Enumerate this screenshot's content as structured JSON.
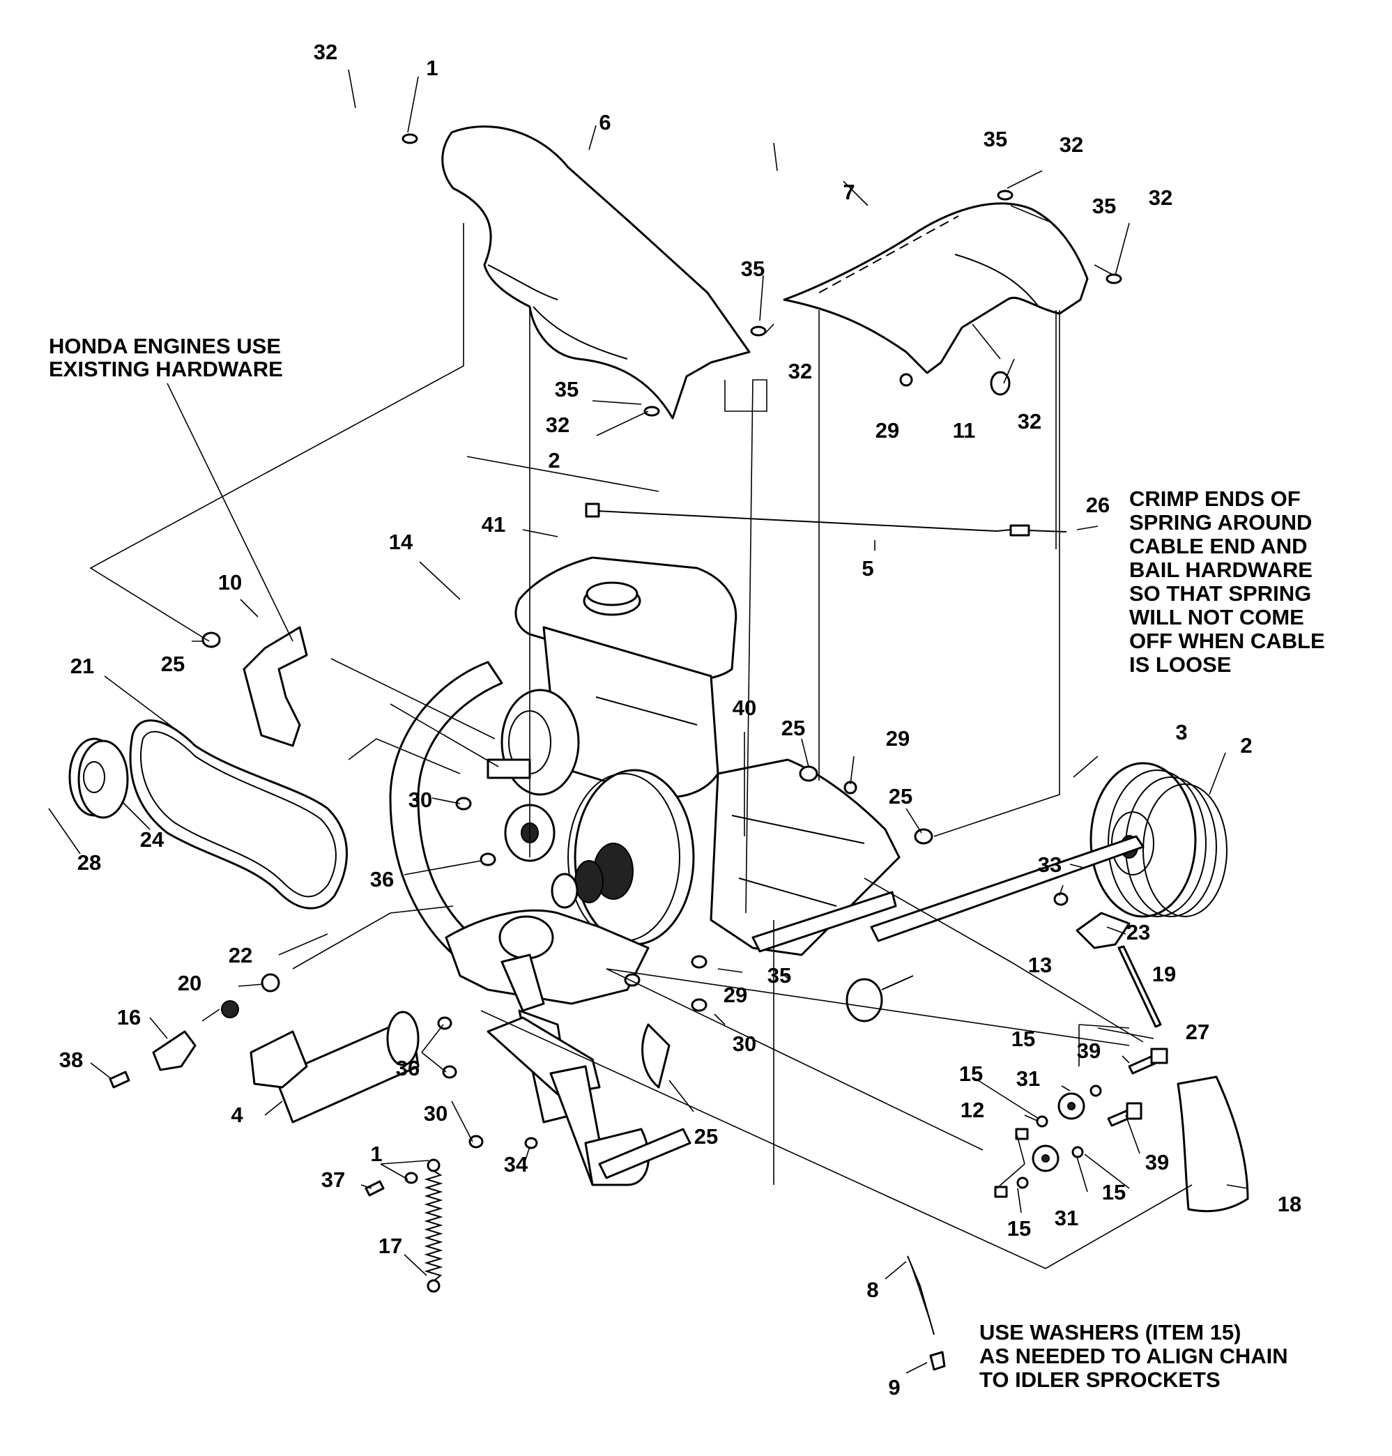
{
  "notes": {
    "honda": [
      "HONDA ENGINES USE",
      "EXISTING HARDWARE"
    ],
    "crimp": [
      "CRIMP ENDS OF",
      "SPRING AROUND",
      "CABLE END AND",
      "BAIL HARDWARE",
      "SO THAT SPRING",
      "WILL NOT COME",
      "OFF WHEN CABLE",
      "IS LOOSE"
    ],
    "washers": [
      "USE WASHERS (ITEM 15)",
      "AS NEEDED TO ALIGN CHAIN",
      "TO IDLER SPROCKETS"
    ]
  },
  "callouts": [
    "32",
    "1",
    "6",
    "7",
    "35",
    "32",
    "35",
    "32",
    "35",
    "32",
    "35",
    "32",
    "29",
    "11",
    "32",
    "2",
    "41",
    "26",
    "5",
    "14",
    "10",
    "25",
    "21",
    "24",
    "28",
    "30",
    "36",
    "40",
    "25",
    "29",
    "25",
    "3",
    "2",
    "33",
    "23",
    "13",
    "19",
    "27",
    "22",
    "20",
    "16",
    "38",
    "4",
    "36",
    "30",
    "35",
    "29",
    "30",
    "25",
    "1",
    "37",
    "17",
    "34",
    "15",
    "39",
    "15",
    "31",
    "12",
    "39",
    "15",
    "15",
    "31",
    "18",
    "8",
    "9"
  ]
}
